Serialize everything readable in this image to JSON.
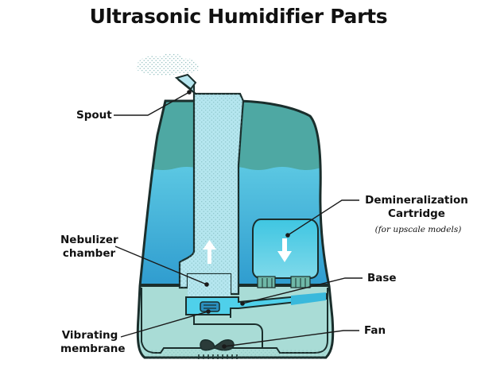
{
  "title": "Ultrasonic Humidifier Parts",
  "labels": {
    "spout": "Spout",
    "nebulizer_1": "Nebulizer",
    "nebulizer_2": "chamber",
    "vibrating_1": "Vibrating",
    "vibrating_2": "membrane",
    "demin_1": "Demineralization",
    "demin_2": "Cartridge",
    "demin_note": "(for upscale models)",
    "base": "Base",
    "fan": "Fan"
  },
  "colors": {
    "tank_top": "#4ea8a3",
    "water": "#5bc7e2",
    "water_deep": "#2f9ccf",
    "base": "#a9dcd6",
    "chamber": "#b5e6ef",
    "cartridge": "#3cc3e0",
    "outline": "#1a2e2c"
  }
}
